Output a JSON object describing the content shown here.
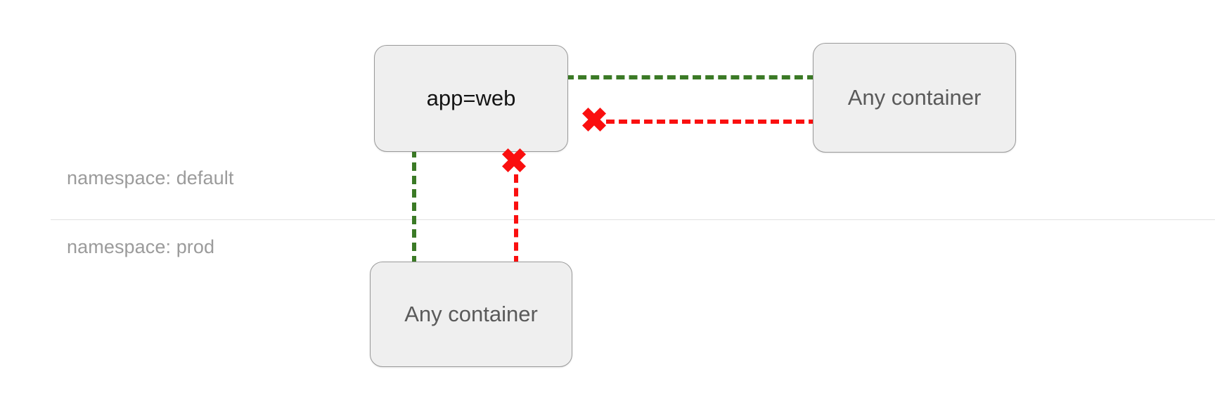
{
  "diagram": {
    "title": "kubernetes network policy namespace diagram",
    "colors": {
      "allow": "#3b7a26",
      "deny": "#fa0f0f",
      "node_fill": "#efefef",
      "node_border": "#9a9a9a",
      "label_text": "#9b9b9b",
      "divider": "#e0e0e0"
    },
    "namespaces": [
      {
        "id": "default",
        "label": "namespace: default"
      },
      {
        "id": "prod",
        "label": "namespace: prod"
      }
    ],
    "nodes": [
      {
        "id": "app-web",
        "label": "app=web",
        "namespace": "default"
      },
      {
        "id": "any-container-default",
        "label": "Any container",
        "namespace": "default"
      },
      {
        "id": "any-container-prod",
        "label": "Any container",
        "namespace": "prod"
      }
    ],
    "edges": [
      {
        "id": "allow-horizontal",
        "from": "app-web",
        "to": "any-container-default",
        "state": "allowed",
        "style": "dashed"
      },
      {
        "id": "deny-horizontal",
        "from": "app-web",
        "to": "any-container-default",
        "state": "blocked",
        "style": "dashed"
      },
      {
        "id": "allow-vertical",
        "from": "app-web",
        "to": "any-container-prod",
        "state": "allowed",
        "style": "dashed"
      },
      {
        "id": "deny-vertical",
        "from": "app-web",
        "to": "any-container-prod",
        "state": "blocked",
        "style": "dashed"
      }
    ],
    "markers": [
      {
        "id": "x-mark-east",
        "icon": "x-cross-icon",
        "meaning": "blocked"
      },
      {
        "id": "x-mark-south",
        "icon": "x-cross-icon",
        "meaning": "blocked"
      }
    ]
  }
}
